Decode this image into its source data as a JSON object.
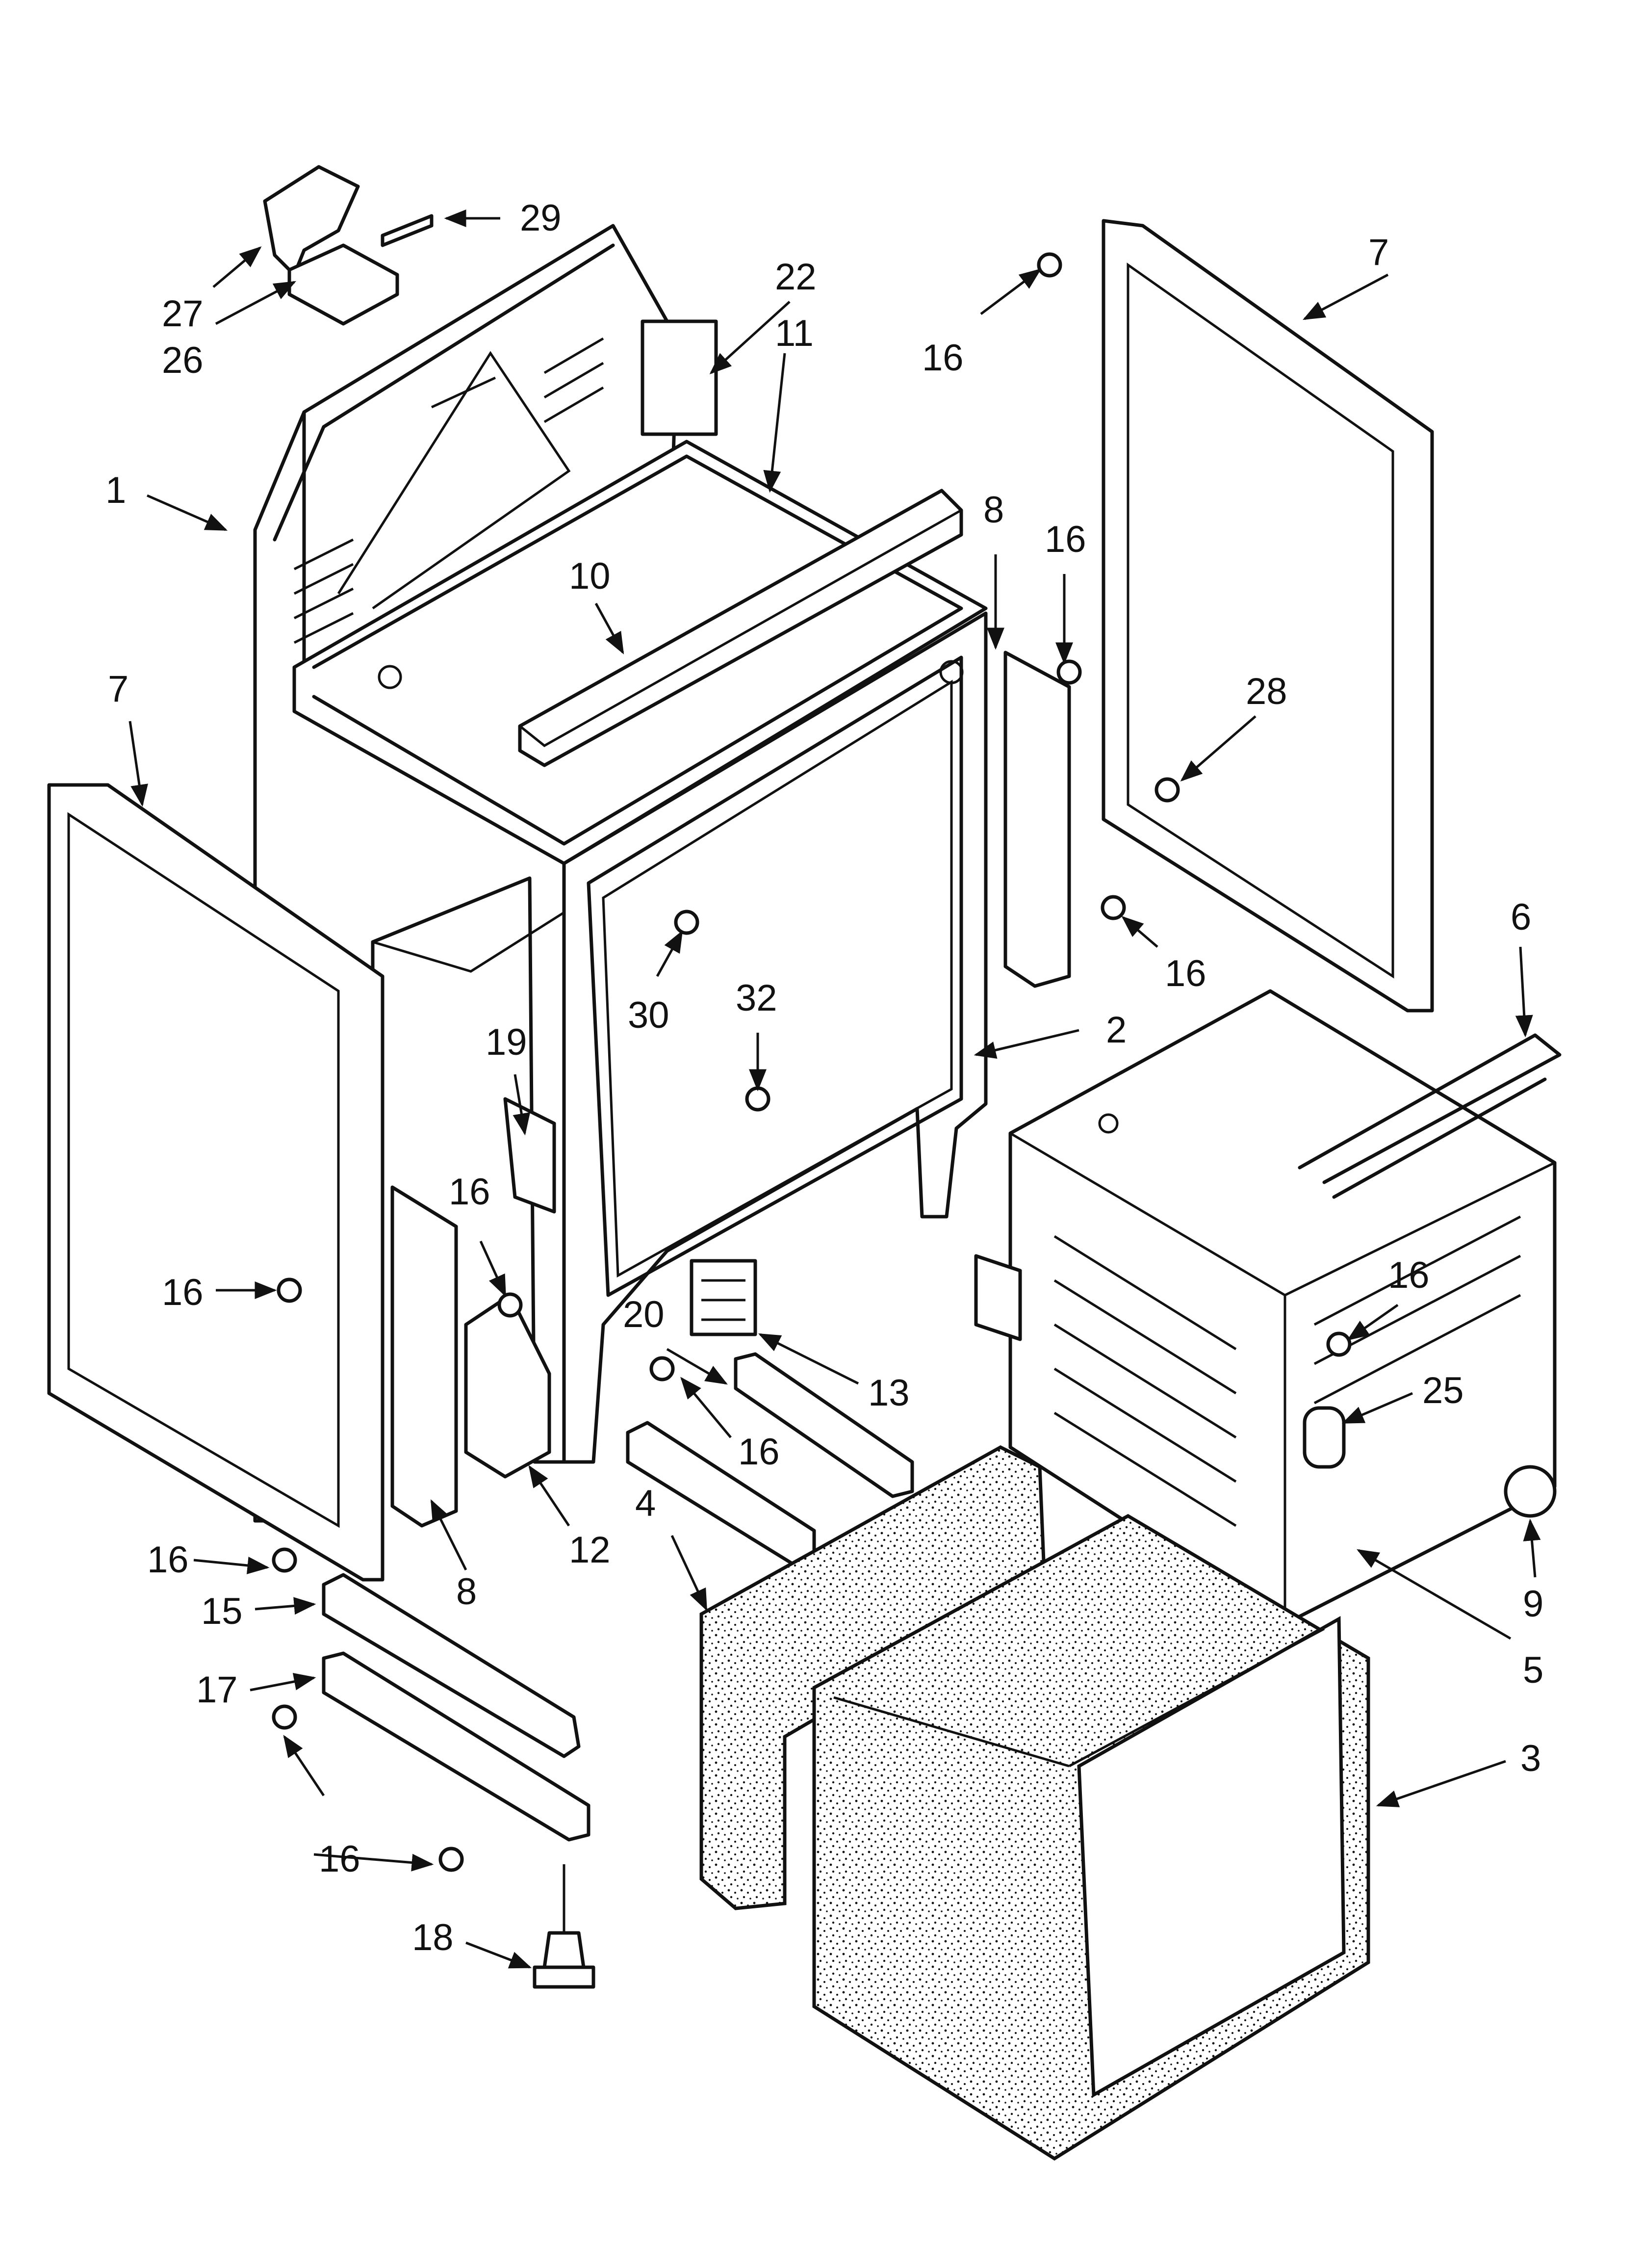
{
  "callouts": [
    {
      "id": "c29",
      "text": "29"
    },
    {
      "id": "c27",
      "text": "27"
    },
    {
      "id": "c26",
      "text": "26"
    },
    {
      "id": "c22",
      "text": "22"
    },
    {
      "id": "c11",
      "text": "11"
    },
    {
      "id": "c1",
      "text": "1"
    },
    {
      "id": "c10",
      "text": "10"
    },
    {
      "id": "c7a",
      "text": "7"
    },
    {
      "id": "c7b",
      "text": "7"
    },
    {
      "id": "c16a",
      "text": "16"
    },
    {
      "id": "c8a",
      "text": "8"
    },
    {
      "id": "c16b",
      "text": "16"
    },
    {
      "id": "c28",
      "text": "28"
    },
    {
      "id": "c16c",
      "text": "16"
    },
    {
      "id": "c30",
      "text": "30"
    },
    {
      "id": "c32",
      "text": "32"
    },
    {
      "id": "c2",
      "text": "2"
    },
    {
      "id": "c6",
      "text": "6"
    },
    {
      "id": "c19",
      "text": "19"
    },
    {
      "id": "c16d",
      "text": "16"
    },
    {
      "id": "c16e",
      "text": "16"
    },
    {
      "id": "c20",
      "text": "20"
    },
    {
      "id": "c13",
      "text": "13"
    },
    {
      "id": "c16f",
      "text": "16"
    },
    {
      "id": "c16g",
      "text": "16"
    },
    {
      "id": "c25",
      "text": "25"
    },
    {
      "id": "c12",
      "text": "12"
    },
    {
      "id": "c16h",
      "text": "16"
    },
    {
      "id": "c8b",
      "text": "8"
    },
    {
      "id": "c4",
      "text": "4"
    },
    {
      "id": "c15",
      "text": "15"
    },
    {
      "id": "c17",
      "text": "17"
    },
    {
      "id": "c9",
      "text": "9"
    },
    {
      "id": "c5",
      "text": "5"
    },
    {
      "id": "c3",
      "text": "3"
    },
    {
      "id": "c16i",
      "text": "16"
    },
    {
      "id": "c18",
      "text": "18"
    }
  ]
}
